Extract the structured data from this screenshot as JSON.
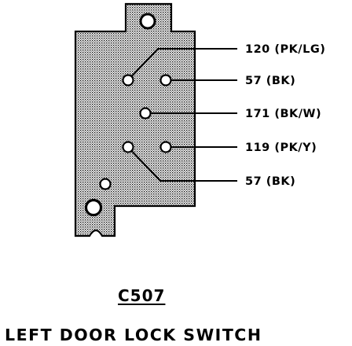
{
  "connector": {
    "id": "C507",
    "title": "LEFT DOOR LOCK SWITCH"
  },
  "wires": [
    {
      "circuit": "120",
      "color": "PK/LG",
      "label": "120 (PK/LG)"
    },
    {
      "circuit": "57",
      "color": "BK",
      "label": "57 (BK)"
    },
    {
      "circuit": "171",
      "color": "BK/W",
      "label": "171 (BK/W)"
    },
    {
      "circuit": "119",
      "color": "PK/Y",
      "label": "119 (PK/Y)"
    },
    {
      "circuit": "57",
      "color": "BK",
      "label": "57 (BK)"
    }
  ]
}
